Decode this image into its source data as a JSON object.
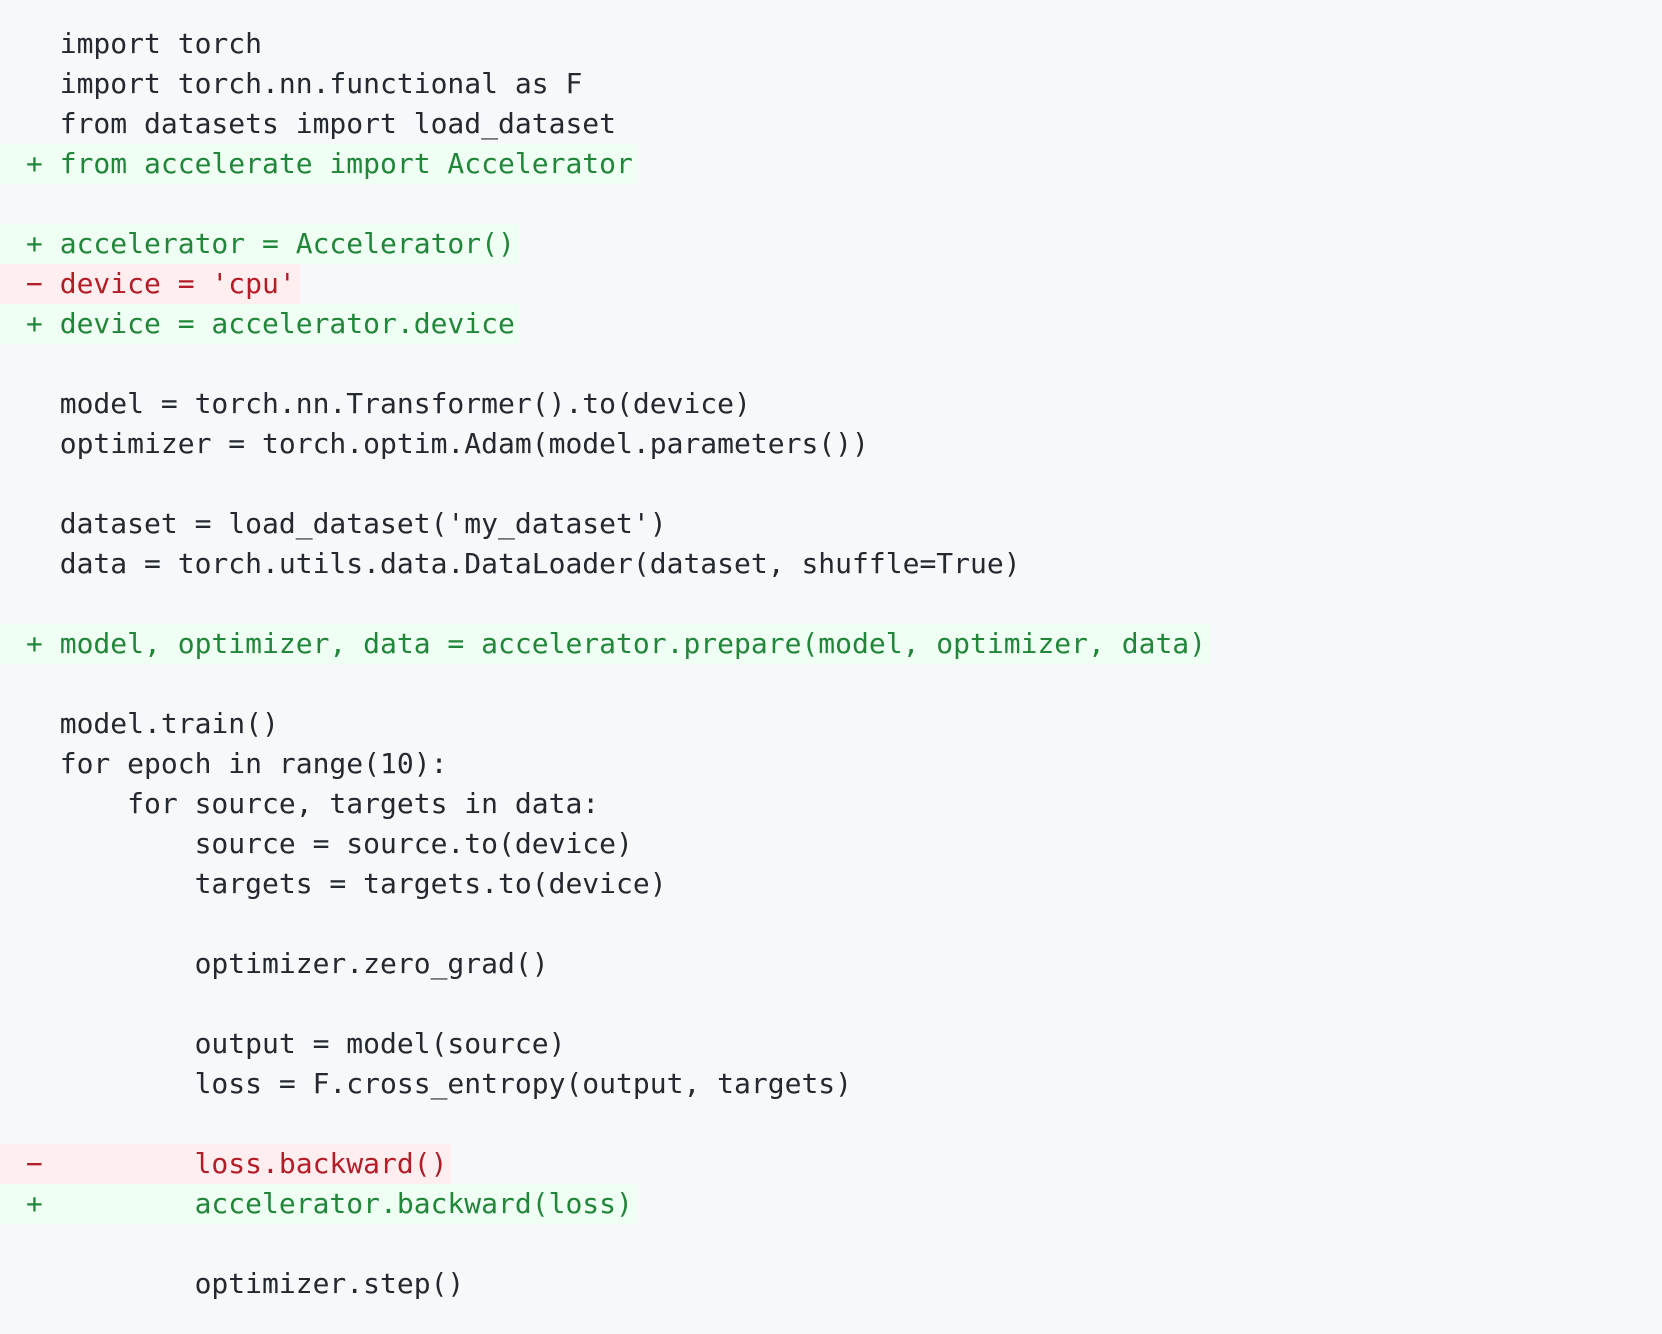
{
  "diff": {
    "lines": [
      {
        "type": "ctx",
        "text": "  import torch"
      },
      {
        "type": "ctx",
        "text": "  import torch.nn.functional as F"
      },
      {
        "type": "ctx",
        "text": "  from datasets import load_dataset"
      },
      {
        "type": "add",
        "text": "+ from accelerate import Accelerator"
      },
      {
        "type": "ctx",
        "text": ""
      },
      {
        "type": "add",
        "text": "+ accelerator = Accelerator()"
      },
      {
        "type": "del",
        "text": "− device = 'cpu'"
      },
      {
        "type": "add",
        "text": "+ device = accelerator.device"
      },
      {
        "type": "ctx",
        "text": ""
      },
      {
        "type": "ctx",
        "text": "  model = torch.nn.Transformer().to(device)"
      },
      {
        "type": "ctx",
        "text": "  optimizer = torch.optim.Adam(model.parameters())"
      },
      {
        "type": "ctx",
        "text": ""
      },
      {
        "type": "ctx",
        "text": "  dataset = load_dataset('my_dataset')"
      },
      {
        "type": "ctx",
        "text": "  data = torch.utils.data.DataLoader(dataset, shuffle=True)"
      },
      {
        "type": "ctx",
        "text": ""
      },
      {
        "type": "add",
        "text": "+ model, optimizer, data = accelerator.prepare(model, optimizer, data)"
      },
      {
        "type": "ctx",
        "text": ""
      },
      {
        "type": "ctx",
        "text": "  model.train()"
      },
      {
        "type": "ctx",
        "text": "  for epoch in range(10):"
      },
      {
        "type": "ctx",
        "text": "      for source, targets in data:"
      },
      {
        "type": "ctx",
        "text": "          source = source.to(device)"
      },
      {
        "type": "ctx",
        "text": "          targets = targets.to(device)"
      },
      {
        "type": "ctx",
        "text": ""
      },
      {
        "type": "ctx",
        "text": "          optimizer.zero_grad()"
      },
      {
        "type": "ctx",
        "text": ""
      },
      {
        "type": "ctx",
        "text": "          output = model(source)"
      },
      {
        "type": "ctx",
        "text": "          loss = F.cross_entropy(output, targets)"
      },
      {
        "type": "ctx",
        "text": ""
      },
      {
        "type": "del",
        "text": "−         loss.backward()"
      },
      {
        "type": "add",
        "text": "+         accelerator.backward(loss)"
      },
      {
        "type": "ctx",
        "text": ""
      },
      {
        "type": "ctx",
        "text": "          optimizer.step()"
      }
    ]
  },
  "colors": {
    "background": "#f6f8fa",
    "text": "#24292f",
    "added_text": "#22863a",
    "added_bg": "#f0fff4",
    "removed_text": "#b31d28",
    "removed_bg": "#ffeef0"
  }
}
